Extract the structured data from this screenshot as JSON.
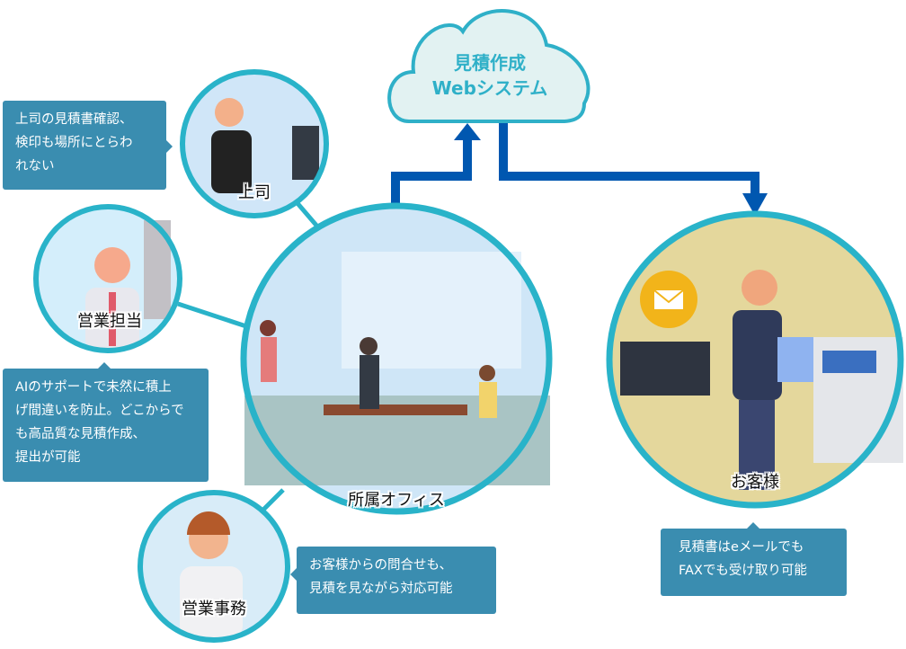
{
  "cloud": {
    "line1": "見積作成",
    "line2": "Webシステム"
  },
  "nodes": {
    "boss": "上司",
    "sales": "営業担当",
    "office": "所属オフィス",
    "clerk": "営業事務",
    "customer": "お客様"
  },
  "callouts": {
    "boss": "上司の見積書確認、\n検印も場所にとらわ\nれない",
    "sales": "AIのサポートで未然に積上\nげ間違いを防止。どこからで\nも高品質な見積作成、\n提出が可能",
    "clerk": "お客様からの問合せも、\n見積を見ながら対応可能",
    "customer": "見積書はeメールでも\nFAXでも受け取り可能"
  },
  "colors": {
    "ring": "#29b3c9",
    "arrow": "#0057b0",
    "callout": "#3a8db0"
  }
}
